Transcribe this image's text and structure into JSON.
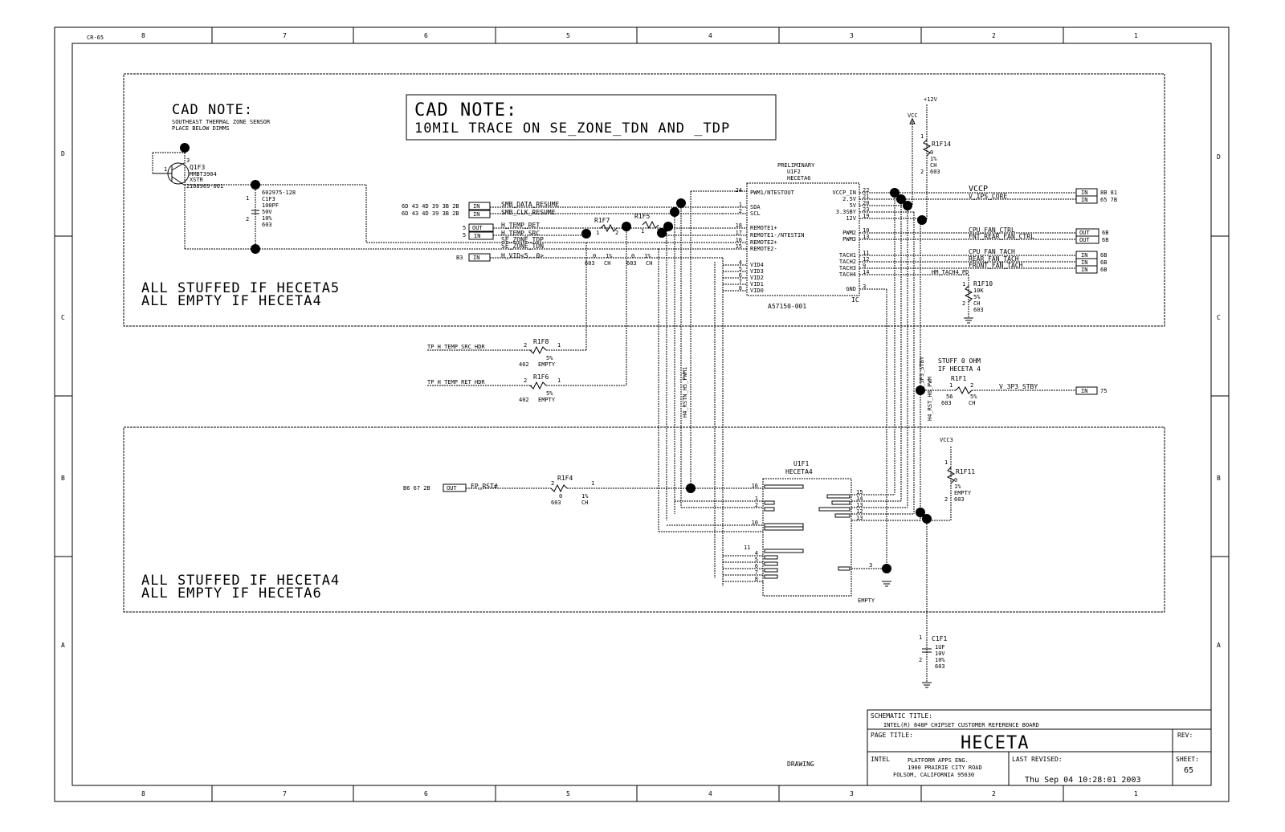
{
  "border": {
    "top_cols": [
      "8",
      "7",
      "6",
      "5",
      "4",
      "3",
      "2",
      "1"
    ],
    "bottom_cols": [
      "8",
      "7",
      "6",
      "5",
      "4",
      "3",
      "2",
      "1"
    ],
    "rows": [
      "D",
      "C",
      "B",
      "A"
    ],
    "corner_id": "CR-65"
  },
  "notes": {
    "cad1_title": "CAD NOTE:",
    "cad1_line1": "SOUTHEAST THERMAL ZONE SENSOR",
    "cad1_line2": "PLACE BELOW DIMMS",
    "cad2_title": "CAD NOTE:",
    "cad2_line": "10MIL TRACE ON SE_ZONE_TDN AND _TDP",
    "h5_stuffed": "ALL STUFFED IF HECETA5",
    "h5_empty": "ALL EMPTY IF HECETA4",
    "h4_stuffed": "ALL STUFFED IF HECETA4",
    "h4_empty": "ALL EMPTY IF HECETA6",
    "stuff_ohm1": "STUFF 0 OHM",
    "stuff_ohm2": "IF HECETA 4"
  },
  "transistor": {
    "ref": "Q1F3",
    "part": "MMBT3904",
    "pkg": "XSTR",
    "pn": "108969-001",
    "pin3": "3",
    "pin1": "1",
    "pin2": "2"
  },
  "cap_c1f3": {
    "pn": "602975-128",
    "ref": "C1F3",
    "value": "100PF",
    "volt": "50V",
    "tol": "10%",
    "pkg": "603",
    "pin1": "1",
    "pin2": "2"
  },
  "u1f2": {
    "prelim": "PRELIMINARY",
    "ref": "U1F2",
    "name": "HECETA6",
    "pn": "A57150-001",
    "ic": "IC",
    "left_pins": [
      {
        "num": "24",
        "name": "PWM1/NTESTOUT"
      },
      {
        "num": "1",
        "name": "SDA"
      },
      {
        "num": "2",
        "name": "SCL"
      },
      {
        "num": "18",
        "name": "REMOTE1+"
      },
      {
        "num": "17",
        "name": "REMOTE1-/NTESTIN"
      },
      {
        "num": "16",
        "name": "REMOTE2+"
      },
      {
        "num": "15",
        "name": "REMOTE2-"
      },
      {
        "num": "4",
        "name": "VID4"
      },
      {
        "num": "5",
        "name": "VID3"
      },
      {
        "num": "6",
        "name": "VID2"
      },
      {
        "num": "7",
        "name": "VID1"
      },
      {
        "num": "8",
        "name": "VID0"
      }
    ],
    "right_pins": [
      {
        "num": "22",
        "name": "VCCP_IN"
      },
      {
        "num": "21",
        "name": "2.5V"
      },
      {
        "num": "20",
        "name": "5V"
      },
      {
        "num": "23",
        "name": "3.3SBY"
      },
      {
        "num": "19",
        "name": "12V"
      },
      {
        "num": "10",
        "name": "PWM2"
      },
      {
        "num": "13",
        "name": "PWM3"
      },
      {
        "num": "11",
        "name": "TACH1"
      },
      {
        "num": "12",
        "name": "TACH2"
      },
      {
        "num": "9",
        "name": "TACH3"
      },
      {
        "num": "14",
        "name": "TACH4"
      },
      {
        "num": "3",
        "name": "GND"
      }
    ]
  },
  "u1f1": {
    "ref": "U1F1",
    "name": "HECETA4",
    "empty": "EMPTY",
    "left_pins": [
      "16",
      "1",
      "2",
      "10",
      "4",
      "5",
      "6",
      "7",
      "8"
    ],
    "left_pins_extra": "11",
    "right_pins": [
      "15",
      "14",
      "13",
      "12",
      "13"
    ],
    "gnd_pin": "3"
  },
  "signals": {
    "smb_data": "SMB_DATA_RESUME",
    "smb_clk": "SMB_CLK_RESUME",
    "smb_data_ref": "6D 43 4D 39 3B 2B",
    "smb_clk_ref": "6D 43 4D 39 3B 2B",
    "h_temp_ret": "H_TEMP_RET",
    "h_temp_src": "H_TEMP_SRC",
    "se_zone_tdp": "SE_ZONE_TDP",
    "se_zone_tdn": "SE_ZONE_TDN",
    "h_vid": "H_VID<5..0>",
    "h_temp_ret_ref": "5",
    "h_temp_src_ref": "5",
    "h_vid_ref": "B3",
    "tp_src": "TP_H_TEMP_SRC_HDR",
    "tp_ret": "TP_H_TEMP_RET_HDR",
    "fp_rst": "FP_RST#",
    "fp_rst_ref": "B6 67 2B",
    "vccp": "VCCP",
    "v_ips_core": "V_IPS_CORE",
    "vccp_ref": "8B 81",
    "v_ips_ref": "65 7B",
    "cpu_fan_ctrl": "CPU_FAN_CTRL",
    "fnt_rear_fan": "FNT_REAR_FAN_CTRL",
    "cpu_fan_tach": "CPU_FAN_TACH",
    "rear_fan_tach": "REAR_FAN_TACH",
    "front_fan_tach": "FRONT_FAN_TACH",
    "hm_tach4": "HM_TACH4_PD",
    "fan_ref": "6B",
    "v_3p3": "V_3P3_STBY",
    "v_3p3_ref": "75",
    "v_3p3_vert": "V_3P3_STBY",
    "h4_pwm": "H4_RSTN_H5_PWM1",
    "h4_rst_vert": "H4_RST_H6_PWM",
    "plus12v": "+12V",
    "vcc": "VCC",
    "vcc3": "VCC3",
    "flag_in": "IN",
    "flag_out": "OUT"
  },
  "resistors": {
    "r1f7": {
      "ref": "R1F7",
      "pin1": "1",
      "pin2": "2",
      "val": "0",
      "tol": "1%",
      "pkg": "603",
      "extra": "CH"
    },
    "r1f5": {
      "ref": "R1F5",
      "pin1": "1",
      "pin2": "2",
      "val": "0",
      "tol": "1%",
      "pkg": "603",
      "extra": "CH"
    },
    "r1f14": {
      "ref": "R1F14",
      "pin1": "1",
      "pin2": "2",
      "val": "0",
      "tol": "1%",
      "pkg": "603",
      "extra": "CH"
    },
    "r1f10": {
      "ref": "R1F10",
      "pin1": "1",
      "pin2": "2",
      "val": "10K",
      "tol": "5%",
      "pkg": "603",
      "extra": "CH"
    },
    "r1f8": {
      "ref": "R1F8",
      "pin1": "1",
      "pin2": "2",
      "val": "5%",
      "pkg": "402",
      "extra": "EMPTY"
    },
    "r1f6": {
      "ref": "R1F6",
      "pin1": "1",
      "pin2": "2",
      "val": "5%",
      "pkg": "402",
      "extra": "EMPTY"
    },
    "r1f1": {
      "ref": "R1F1",
      "pin1": "1",
      "pin2": "2",
      "val": "56",
      "tol": "5%",
      "pkg": "603",
      "extra": "CH"
    },
    "r1f4": {
      "ref": "R1F4",
      "pin1": "1",
      "pin2": "2",
      "val": "0",
      "tol": "1%",
      "pkg": "603",
      "extra": "CH"
    },
    "r1f11": {
      "ref": "R1F11",
      "pin1": "1",
      "pin2": "2",
      "val": "0",
      "tol": "1%",
      "pkg": "603",
      "extra": "EMPTY"
    }
  },
  "cap_c1f1": {
    "ref": "C1F1",
    "value": "1UF",
    "v": "10V",
    "tol": "10%",
    "pkg": "603",
    "pin1": "1",
    "pin2": "2"
  },
  "title_block": {
    "schem_label": "SCHEMATIC TITLE:",
    "schem_title": "INTEL(R) 848P CHIPSET CUSTOMER REFERENCE BOARD",
    "page_label": "PAGE TITLE:",
    "page_title": "HECETA",
    "rev_label": "REV:",
    "company": "INTEL",
    "addr1": "PLATFORM APPS ENG.",
    "addr2": "1900 PRAIRIE CITY ROAD",
    "addr3": "FOLSOM, CALIFORNIA 95630",
    "revised_label": "LAST REVISED:",
    "revised_date": "Thu Sep 04 10:28:01 2003",
    "sheet_label": "SHEET:",
    "sheet_num": "65",
    "drawing": "DRAWING"
  }
}
